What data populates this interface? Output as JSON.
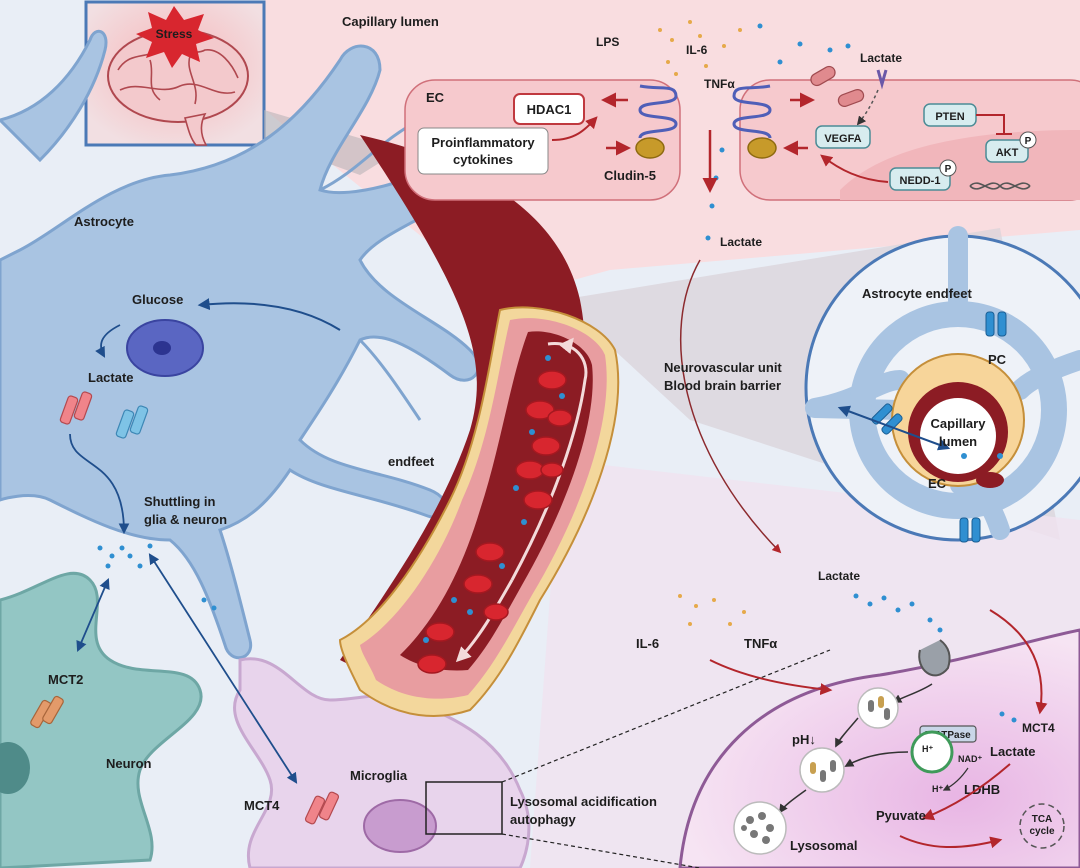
{
  "colors": {
    "background": "#e9eef6",
    "astrocyte": "#a9c4e2",
    "astrocyte_edge": "#7fa4cf",
    "neuron": "#93c6c4",
    "microglia": "#e8d4ec",
    "vessel_dark": "#8c1c24",
    "vessel_mid": "#c93c43",
    "rbc": "#d8262f",
    "ec_panel": "#f9d9dc",
    "lysosome_panel": "#f3d2ee",
    "arrow_red": "#b3262c",
    "arrow_blue": "#1f4e8c",
    "dot_blue": "#2f8fd1",
    "dot_orange": "#e6a94a"
  },
  "labels": {
    "stress": "Stress",
    "capillary_lumen_top": "Capillary lumen",
    "lps": "LPS",
    "il6_top": "IL-6",
    "tnfa_top": "TNFα",
    "lactate_top": "Lactate",
    "ec": "EC",
    "hdac1": "HDAC1",
    "proinflammatory_1": "Proinflammatory",
    "proinflammatory_2": "cytokines",
    "cludin5": "Cludin-5",
    "pten": "PTEN",
    "akt": "AKT",
    "vegfa": "VEGFA",
    "nedd1": "NEDD-1",
    "p": "P",
    "lactate_mid": "Lactate",
    "astrocyte": "Astrocyte",
    "glucose": "Glucose",
    "lactate_astro": "Lactate",
    "endfeet": "endfeet",
    "shuttling_1": "Shuttling in",
    "shuttling_2": "glia & neuron",
    "mct2": "MCT2",
    "neuron": "Neuron",
    "mct4_left": "MCT4",
    "microglia": "Microglia",
    "lyso_acid_1": "Lysosomal acidification",
    "lyso_acid_2": "autophagy",
    "nvu_1": "Neurovascular unit",
    "nvu_2": "Blood brain barrier",
    "astrocyte_endfeet": "Astrocyte endfeet",
    "pc": "PC",
    "capillary_1": "Capillary",
    "capillary_2": "lumen",
    "ec_circle": "EC",
    "lactate_right": "Lactate",
    "il6_bottom": "IL-6",
    "tnfa_bottom": "TNFα",
    "mct4_right": "MCT4",
    "v_atpase": "V-ATPase",
    "ph": "pH↓",
    "h_plus_1": "H⁺",
    "h_plus_2": "H⁺",
    "nad": "NAD⁺",
    "lactate_cell": "Lactate",
    "ldhb": "LDHB",
    "pyuvate": "Pyuvate",
    "tca_1": "TCA",
    "tca_2": "cycle",
    "lysosomal": "Lysosomal"
  }
}
